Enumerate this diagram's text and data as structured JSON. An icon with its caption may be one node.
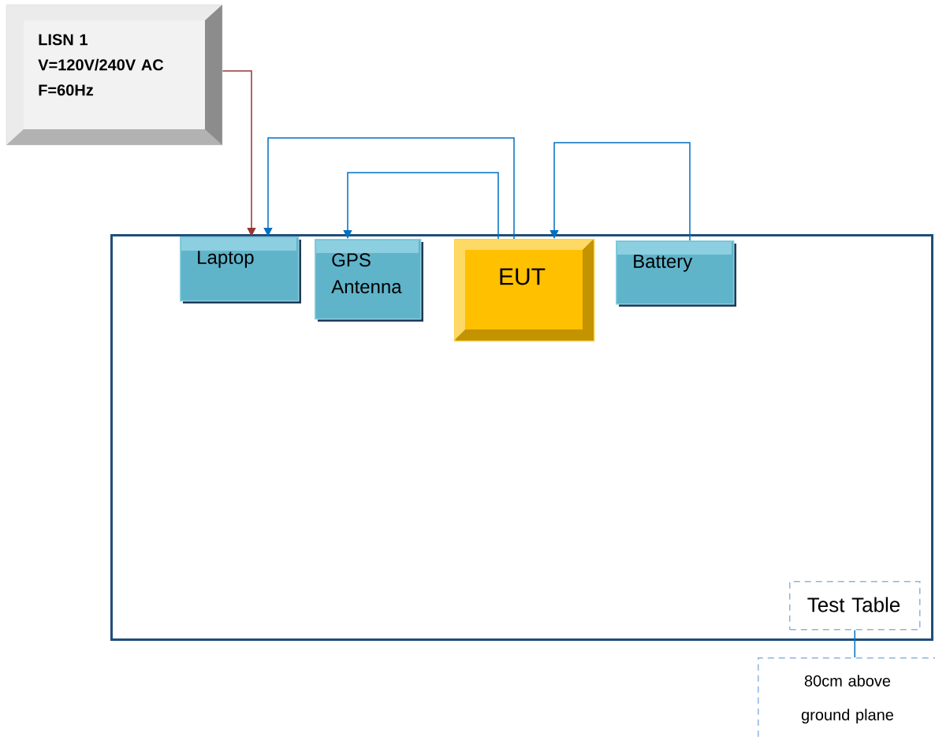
{
  "diagram": {
    "nodes": [
      {
        "text": [
          "LISN 1",
          "V=120V/240V AC",
          "F=60Hz"
        ]
      },
      {
        "text": [],
        "shape": "box"
      },
      {
        "text": [
          "Laptop"
        ],
        "in": 1
      },
      {
        "text": [
          "GPS Antenna"
        ],
        "in": 1
      },
      {
        "text": [
          "EUT"
        ],
        "in": 1
      },
      {
        "text": [
          "Battery"
        ],
        "in": 1
      },
      {
        "text": [
          "Test Table"
        ],
        "in": 1
      },
      {
        "text": [
          "80cm above ground plane"
        ]
      }
    ],
    "edges": [
      {
        "from": 0,
        "to": 2,
        "arrow": "to",
        "color": "#943634"
      },
      {
        "from": 4,
        "to": 2,
        "arrow": "to"
      },
      {
        "from": 4,
        "to": 3,
        "arrow": "to"
      },
      {
        "from": 5,
        "to": 4,
        "arrow": "to"
      },
      {
        "from": 6,
        "to": 7,
        "arrow": "none"
      }
    ]
  }
}
